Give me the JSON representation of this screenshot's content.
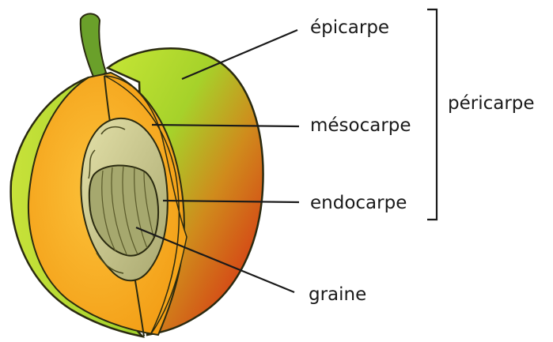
{
  "labels": {
    "epicarp": "épicarpe",
    "mesocarp": "mésocarpe",
    "endocarp": "endocarpe",
    "seed": "graine",
    "pericarp": "péricarpe"
  },
  "colors": {
    "skin_green": "#a6d22a",
    "skin_red": "#d81a12",
    "flesh": "#f7a51a",
    "flesh_light": "#fbbd2e",
    "stone": "#c8c78e",
    "seed": "#9fa36c",
    "stem": "#6aa02a",
    "outline": "#2a2a10"
  }
}
